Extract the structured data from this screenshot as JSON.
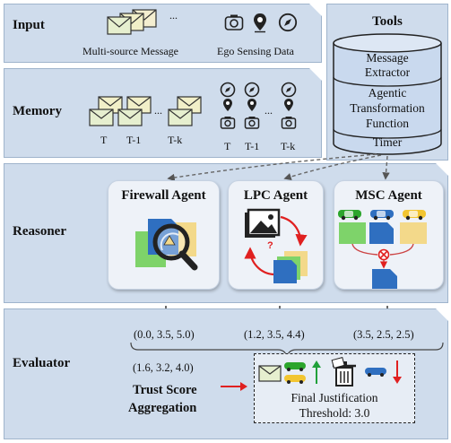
{
  "bands": {
    "input": "Input",
    "memory": "Memory",
    "reasoner": "Reasoner",
    "evaluator": "Evaluator"
  },
  "input": {
    "ellipsis": "...",
    "msg_caption": "Multi-source Message",
    "ego_caption": "Ego Sensing Data"
  },
  "memory": {
    "ellipsis": "...",
    "msg_labels": [
      "T",
      "T-1",
      "T-k"
    ],
    "ego_labels": [
      "T",
      "T-1",
      "T-k"
    ]
  },
  "tools": {
    "title": "Tools",
    "items": [
      "Message",
      "Extractor",
      "Agentic",
      "Transformation",
      "Function",
      "Timer"
    ]
  },
  "agents": [
    {
      "title": "Firewall Agent"
    },
    {
      "title": "LPC Agent"
    },
    {
      "title": "MSC Agent"
    }
  ],
  "evaluator": {
    "scores": [
      "(0.0, 3.5, 5.0)",
      "(1.2, 3.5, 4.4)",
      "(3.5, 2.5, 2.5)"
    ],
    "aggregate": "(1.6, 3.2, 4.0)",
    "agg_label_1": "Trust Score",
    "agg_label_2": "Aggregation",
    "final_label": "Final Justification",
    "threshold_label": "Threshold: 3.0"
  },
  "colors": {
    "band_bg": "#cfdcec",
    "envelope": "#e8efcf",
    "green_doc": "#7ed36a",
    "blue_doc": "#2f6fc0",
    "yellow_doc": "#f3d98a",
    "red_arrow": "#e02020",
    "green_arrow": "#21a03a"
  }
}
